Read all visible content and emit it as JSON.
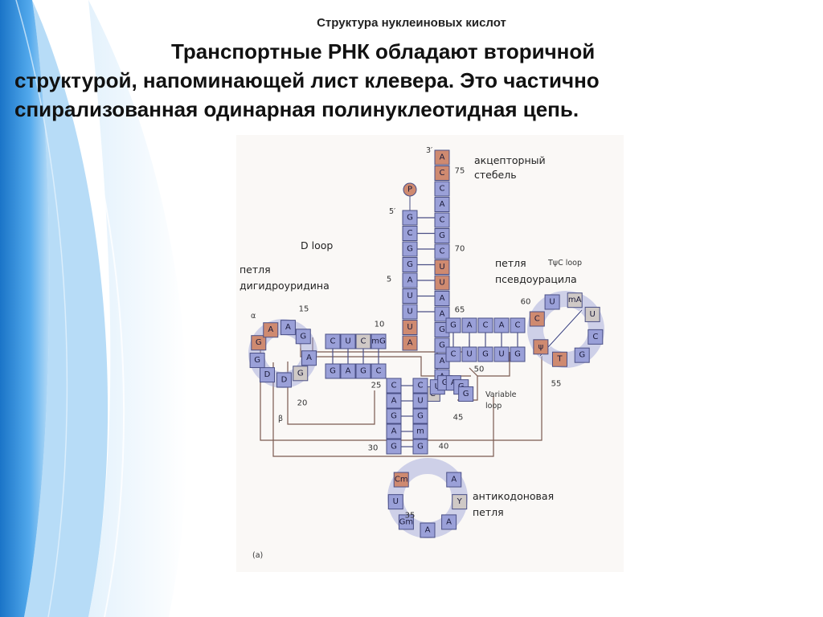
{
  "header": {
    "title": "Структура нуклеиновых кислот"
  },
  "main_text": {
    "lines": [
      "Транспортные РНК обладают вторичной",
      "структурой, напоминающей лист клевера. Это частично",
      "спирализованная одинарная полинуклеотидная цепь."
    ]
  },
  "figure": {
    "labels": {
      "acceptor": [
        "акцепторный",
        "стебель"
      ],
      "d_loop_title": "D loop",
      "d_loop": [
        "петля",
        "дигидроуридина"
      ],
      "t_loop_title": "TψC loop",
      "t_loop": [
        "петля",
        "псевдоурацила"
      ],
      "variable_loop": [
        "Variable",
        "loop"
      ],
      "anticodon": [
        "антикодоновая",
        "петля"
      ],
      "panel": "(a)",
      "three_prime": "3′",
      "five_prime": "5′",
      "phosphate": "P",
      "alpha": "α",
      "beta": "β"
    },
    "numbers": [
      "75",
      "70",
      "65",
      "60",
      "55",
      "50",
      "45",
      "40",
      "35",
      "30",
      "25",
      "20",
      "15",
      "10",
      "5"
    ],
    "colors": {
      "blue": "#9aa0d8",
      "orange": "#cf8a70",
      "gray": "#cfc9c6",
      "stroke": "#4a4f86",
      "line": "#7a5a50"
    },
    "acceptor_3prime": [
      "A",
      "C",
      "C",
      "A",
      "C",
      "G",
      "C",
      "U",
      "U",
      "A",
      "A",
      "G",
      "G",
      "A",
      "A"
    ],
    "acceptor_5prime": [
      "G",
      "C",
      "G",
      "G",
      "A",
      "U",
      "U",
      "U",
      "A"
    ],
    "d_stem_top": [
      "C",
      "U",
      "C",
      "mG"
    ],
    "d_stem_bottom": [
      "G",
      "A",
      "G",
      "C"
    ],
    "d_loop_residues": [
      "A",
      "G",
      "D",
      "D",
      "G",
      "G",
      "A",
      "A",
      "G"
    ],
    "t_stem_top": [
      "G",
      "A",
      "C",
      "A",
      "C"
    ],
    "t_stem_bottom": [
      "C",
      "U",
      "G",
      "U",
      "G"
    ],
    "t_loop_residues": [
      "C",
      "U",
      "mA",
      "U",
      "C",
      "G",
      "T",
      "ψ"
    ],
    "variable_residues": [
      "C",
      "U",
      "G",
      "A",
      "G",
      "G"
    ],
    "anticodon_5_side": [
      "C",
      "A",
      "G",
      "A",
      "G"
    ],
    "anticodon_3_side": [
      "C",
      "U",
      "G",
      "m",
      "G"
    ],
    "anticodon_loop_residues": [
      "Cm",
      "U",
      "Gm",
      "A",
      "A",
      "Y",
      "A"
    ]
  }
}
